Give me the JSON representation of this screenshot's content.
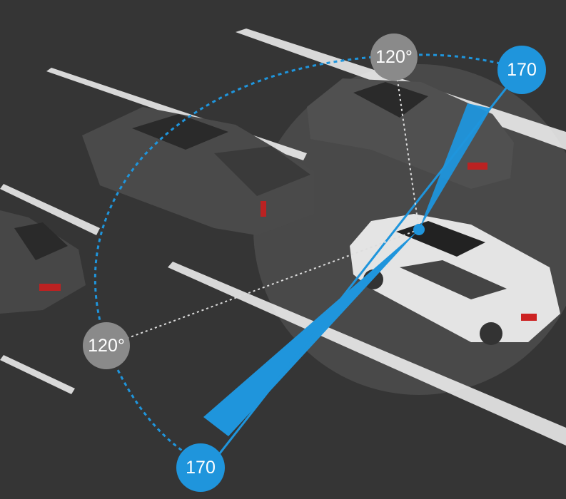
{
  "labels": {
    "angle_top": "120°",
    "angle_left": "120°",
    "fov_top": "170",
    "fov_bottom": "170"
  },
  "colors": {
    "accent": "#1f95dc",
    "road": "#353535",
    "marker": "#8a8a8a"
  }
}
